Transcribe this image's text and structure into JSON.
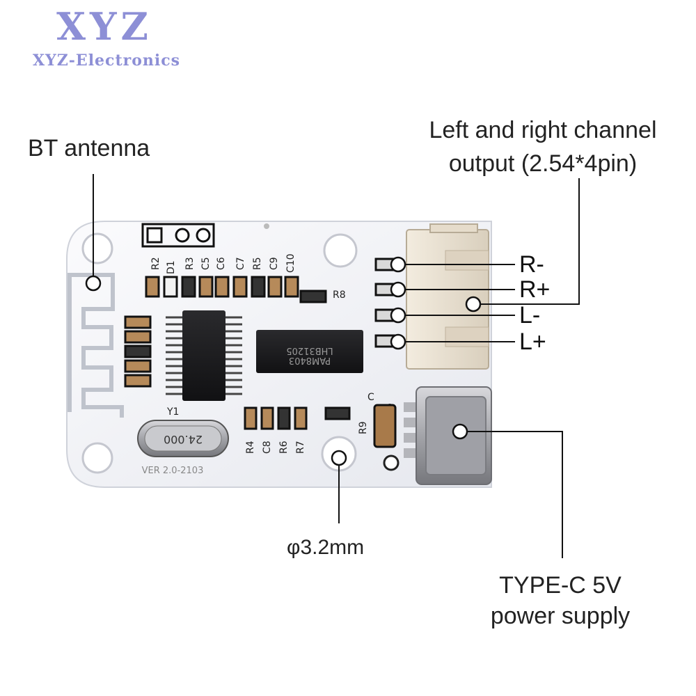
{
  "logo": {
    "brand": "XYZ",
    "subtitle": "XYZ-Electronics"
  },
  "callouts": {
    "bt_antenna": "BT antenna",
    "output_line1": "Left and right channel",
    "output_line2": "output (2.54*4pin)",
    "hole": "φ3.2mm",
    "typec_line1": "TYPE-C 5V",
    "typec_line2": "power supply"
  },
  "pins": [
    "R-",
    "R+",
    "L-",
    "L+"
  ],
  "board": {
    "version": "VER 2.0-2103",
    "chip_main": "PAM8403",
    "chip_code": "LHB31205",
    "crystal": "24.000",
    "silkscreen": [
      "R2",
      "D1",
      "R3",
      "C5",
      "C6",
      "C7",
      "R5",
      "C9",
      "C10",
      "R8",
      "Y1",
      "R4",
      "C8",
      "R6",
      "R7",
      "R9",
      "C"
    ]
  },
  "colors": {
    "board": "#f4f5f8",
    "chip": "#1c1c1e",
    "connector": "#ece4d6",
    "logo": "#8d8fd6"
  }
}
